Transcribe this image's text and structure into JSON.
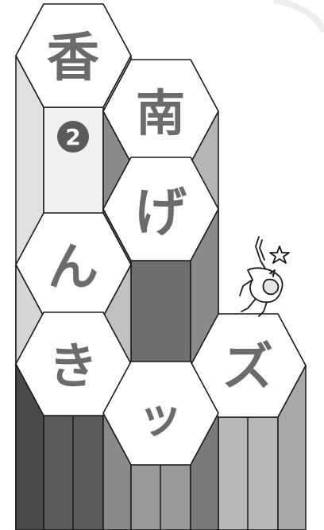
{
  "logo": {
    "characters": {
      "kou": "香",
      "nan": "南",
      "ge": "げ",
      "n": "ん",
      "ki": "き",
      "tsu": "ッ",
      "zu": "ズ"
    },
    "badge_number": "2",
    "mascot_icon": "cheering-figure-with-star-icon",
    "colors": {
      "hex_fill": "#ffffff",
      "char_color": "#6b6b6b",
      "outline": "#1a1a1a",
      "pillar_light": "#f0f0f0",
      "pillar_mid": "#d6d6d6",
      "pillar_dark": "#8a8a8a",
      "pillar_darker": "#5a5a5a",
      "badge_fill": "#5a5a5a"
    }
  }
}
